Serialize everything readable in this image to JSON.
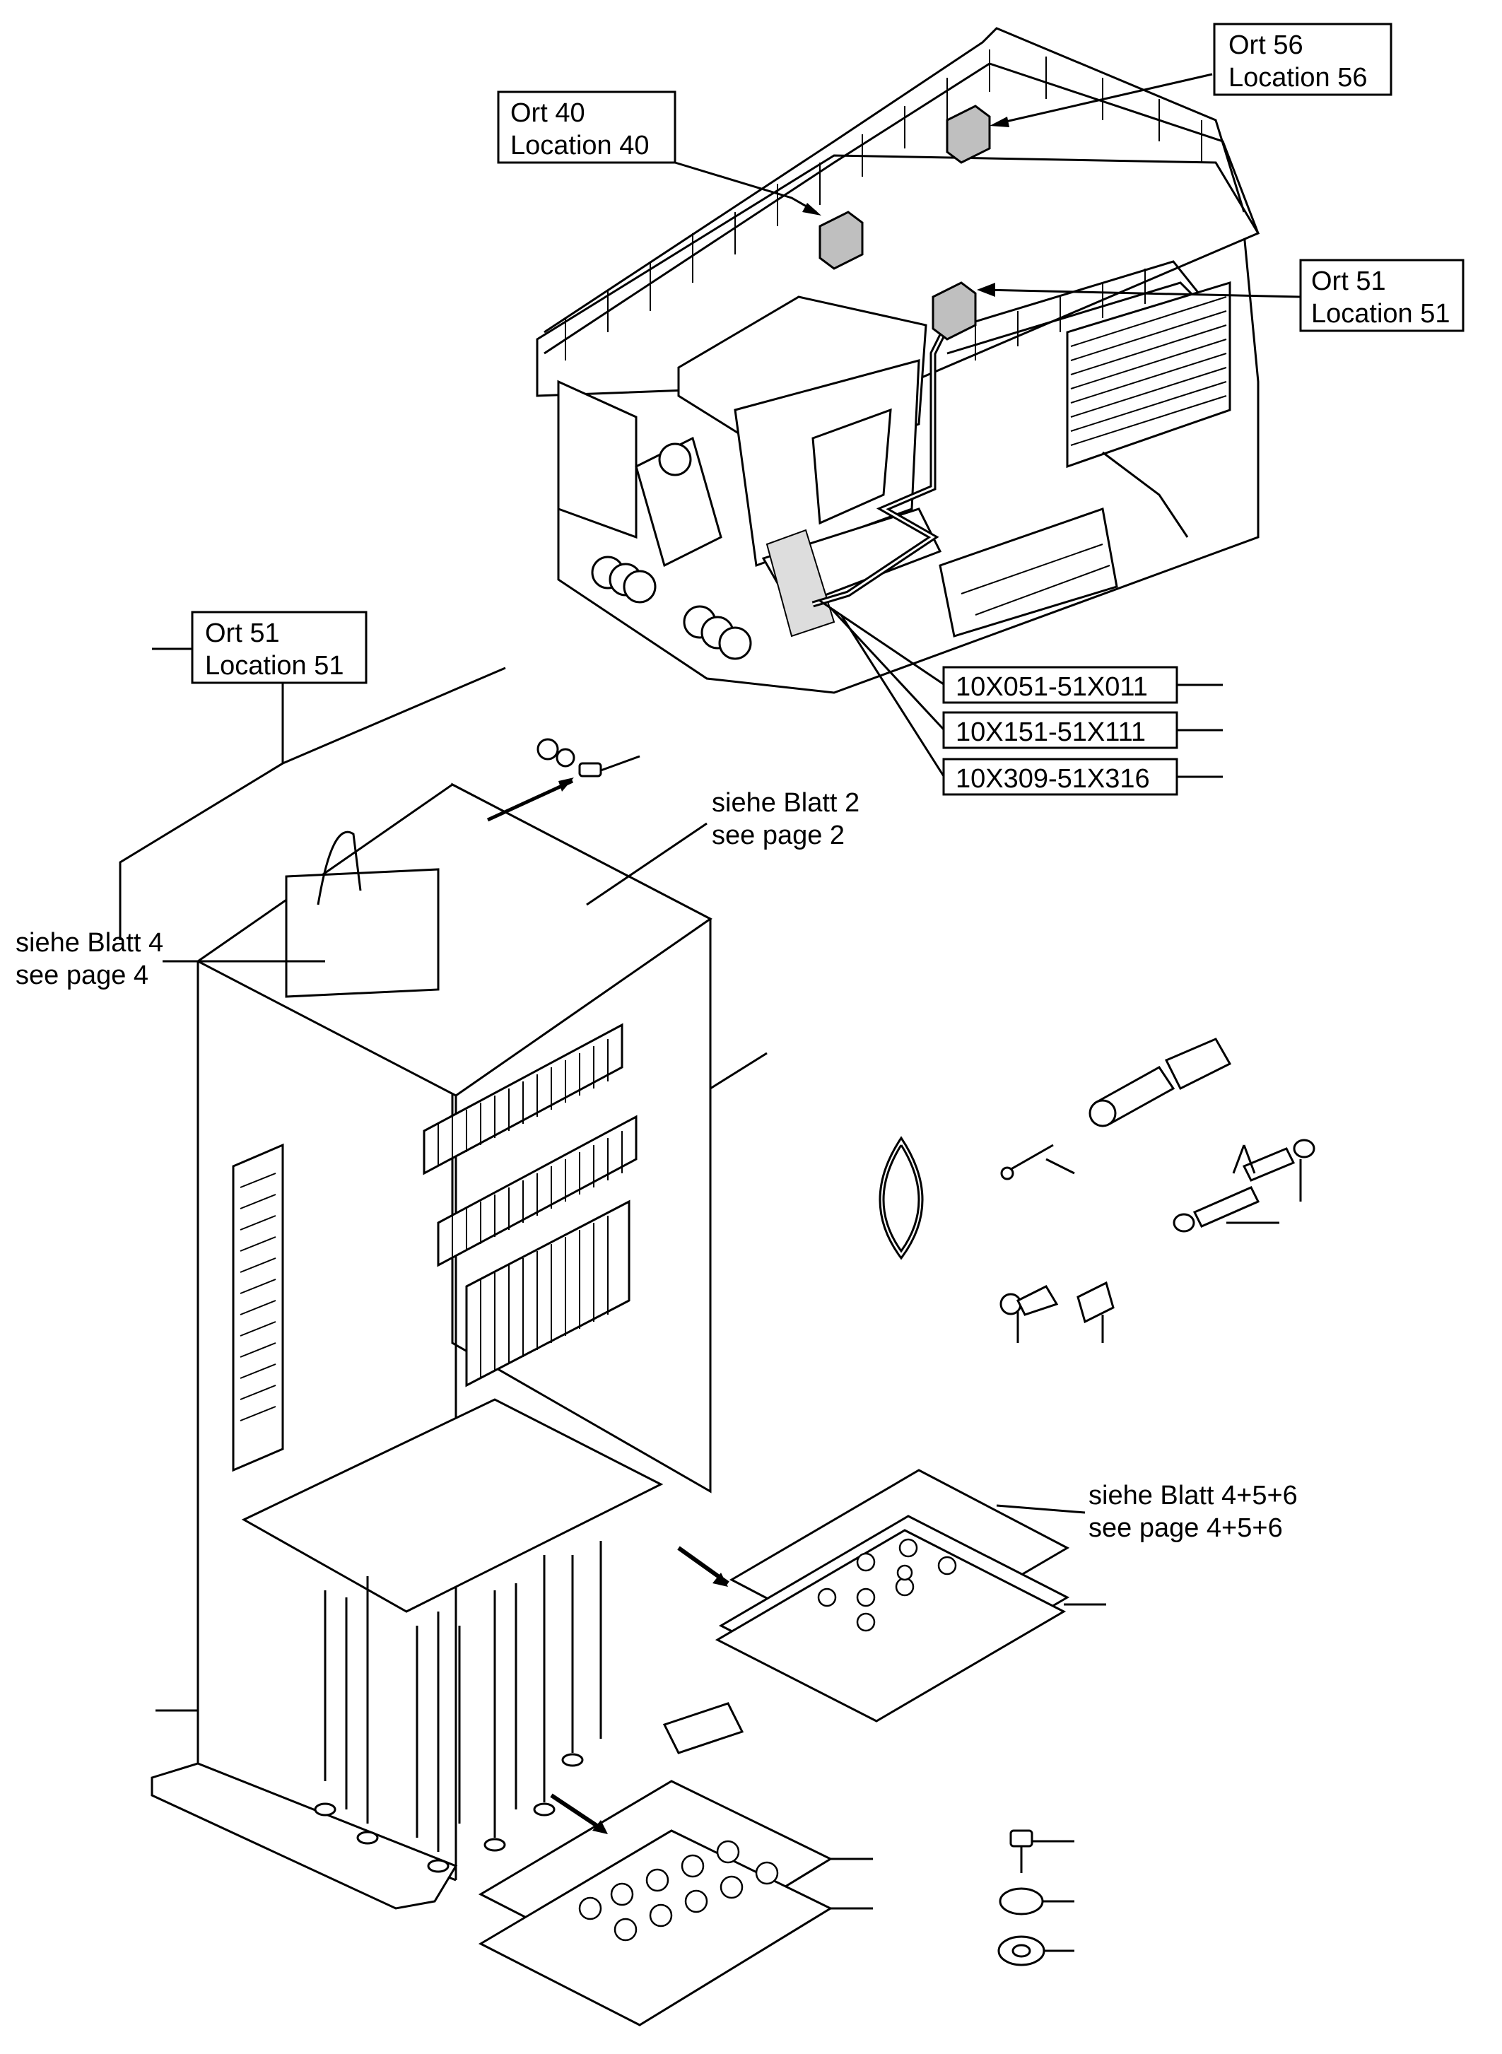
{
  "callouts": {
    "loc56": {
      "line1": "Ort 56",
      "line2": "Location 56"
    },
    "loc40": {
      "line1": "Ort 40",
      "line2": "Location 40"
    },
    "loc51_top": {
      "line1": "Ort 51",
      "line2": "Location 51"
    },
    "loc51_cabinet": {
      "line1": "Ort 51",
      "line2": "Location 51"
    }
  },
  "connectors": [
    {
      "label": "10X051-51X011"
    },
    {
      "label": "10X151-51X111"
    },
    {
      "label": "10X309-51X316"
    }
  ],
  "references": {
    "sheet2": {
      "line1": "siehe Blatt 2",
      "line2": "see page 2"
    },
    "sheet4": {
      "line1": "siehe Blatt 4",
      "line2": "see page 4"
    },
    "sheet456": {
      "line1": "siehe Blatt 4+5+6",
      "line2": "see page 4+5+6"
    }
  },
  "colors": {
    "line": "#000000",
    "shaded_box": "#bfbfbf",
    "background": "#ffffff"
  }
}
